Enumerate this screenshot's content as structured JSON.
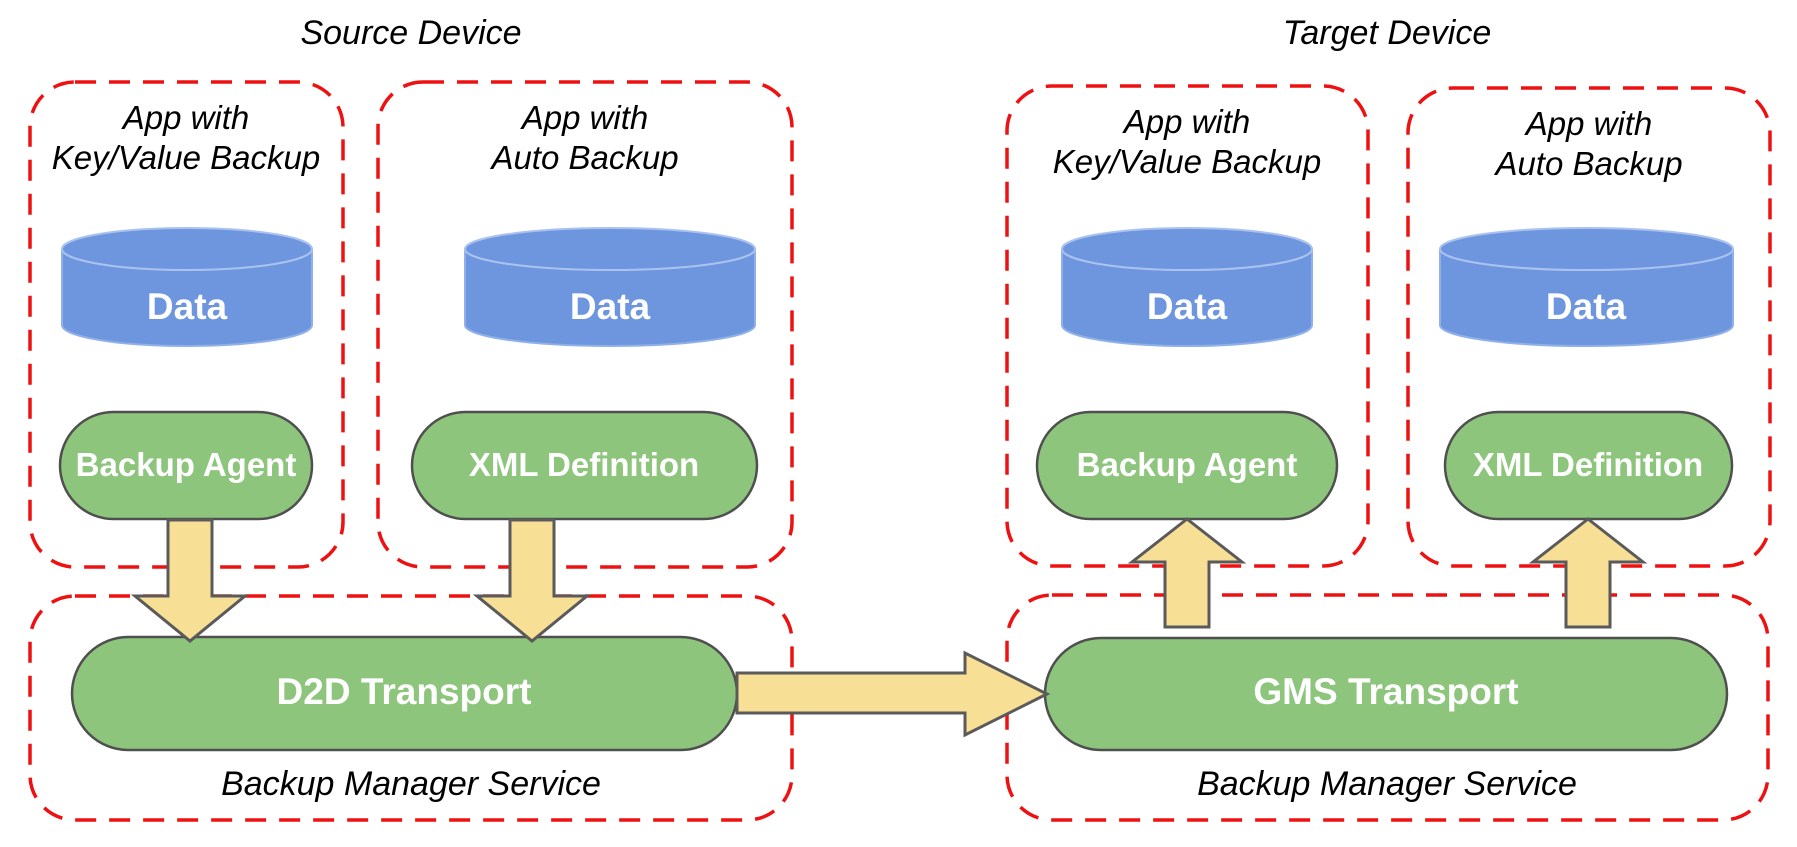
{
  "diagram": {
    "devices": [
      {
        "id": "source",
        "title": "Source Device",
        "apps": [
          {
            "name_line1": "App with",
            "name_line2": "Key/Value Backup",
            "storage": "Data",
            "component": "Backup Agent"
          },
          {
            "name_line1": "App with",
            "name_line2": "Auto Backup",
            "storage": "Data",
            "component": "XML Definition"
          }
        ],
        "backup_manager": {
          "transport": "D2D Transport",
          "label": "Backup Manager Service"
        }
      },
      {
        "id": "target",
        "title": "Target Device",
        "apps": [
          {
            "name_line1": "App with",
            "name_line2": "Key/Value Backup",
            "storage": "Data",
            "component": "Backup Agent"
          },
          {
            "name_line1": "App with",
            "name_line2": "Auto Backup",
            "storage": "Data",
            "component": "XML Definition"
          }
        ],
        "backup_manager": {
          "transport": "GMS Transport",
          "label": "Backup Manager Service"
        }
      }
    ],
    "colors": {
      "red_dashed": "#ee1111",
      "cylinder_blue": "#6d96de",
      "cylinder_rim": "#8fb0e8",
      "cylinder_rim_light": "#aac2ef",
      "pill_green": "#8ec57d",
      "pill_border": "#4f4f4f",
      "arrow_yellow": "#f8df96",
      "arrow_border": "#5a5a5a",
      "text_black": "#000000",
      "text_white": "#ffffff"
    }
  }
}
